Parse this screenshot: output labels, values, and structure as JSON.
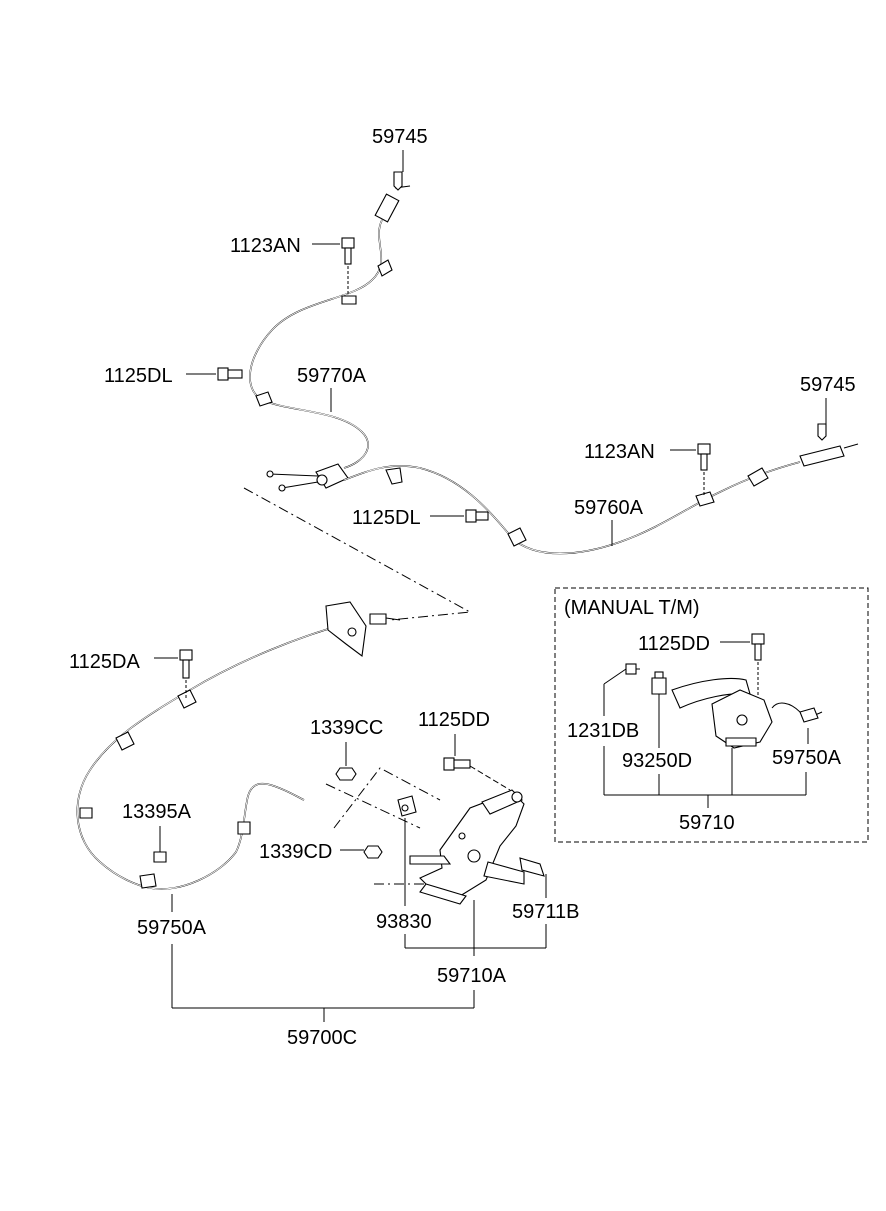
{
  "labels": {
    "p59745_top": "59745",
    "p1123an_top": "1123AN",
    "p1125dl_top": "1125DL",
    "p59770a": "59770A",
    "p59745_right": "59745",
    "p1123an_right": "1123AN",
    "p1125dl_mid": "1125DL",
    "p59760a": "59760A",
    "p1125da": "1125DA",
    "p1339cc": "1339CC",
    "p1125dd": "1125DD",
    "p13395a": "13395A",
    "p1339cd": "1339CD",
    "p59750a": "59750A",
    "p93830": "93830",
    "p59711b": "59711B",
    "p59710a": "59710A",
    "p59700c": "59700C"
  },
  "manual_tm": {
    "title": "(MANUAL T/M)",
    "p1125dd": "1125DD",
    "p1231db": "1231DB",
    "p93250d": "93250D",
    "p59750a": "59750A",
    "p59710": "59710"
  }
}
